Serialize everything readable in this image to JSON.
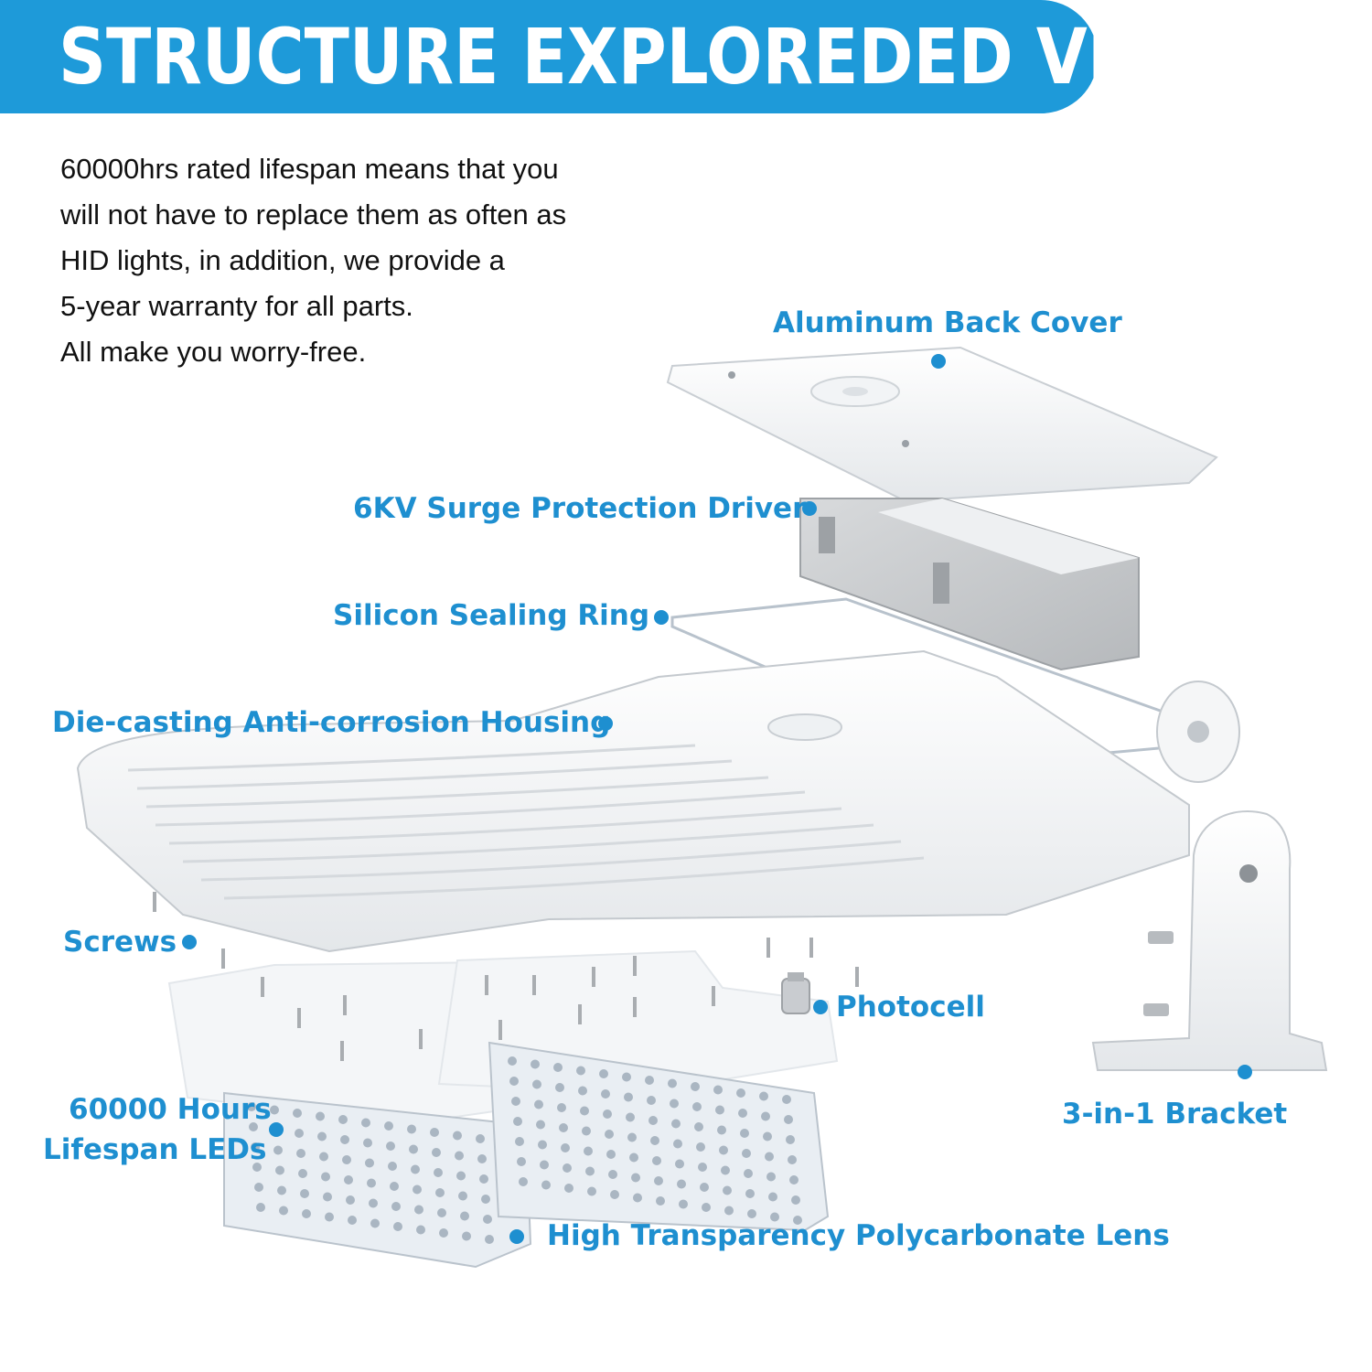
{
  "banner": {
    "title": "STRUCTURE EXPLOREDED VIEW"
  },
  "intro": {
    "lines": [
      "60000hrs rated lifespan means that you",
      "will not have to replace them as often as",
      "HID lights, in addition, we provide a",
      "5-year warranty for all parts.",
      "All make you worry-free."
    ]
  },
  "callouts": {
    "back_cover": "Aluminum Back Cover",
    "driver": "6KV Surge Protection Driver",
    "sealing_ring": "Silicon Sealing Ring",
    "housing": "Die-casting Anti-corrosion Housing",
    "screws": "Screws",
    "photocell": "Photocell",
    "bracket": "3-in-1 Bracket",
    "leds_line1": "60000 Hours",
    "leds_line2": "Lifespan LEDs",
    "lens": "High Transparency Polycarbonate Lens"
  },
  "colors": {
    "accent": "#1e9ad9",
    "callout_text": "#1e8fd0",
    "body_text": "#111111"
  }
}
